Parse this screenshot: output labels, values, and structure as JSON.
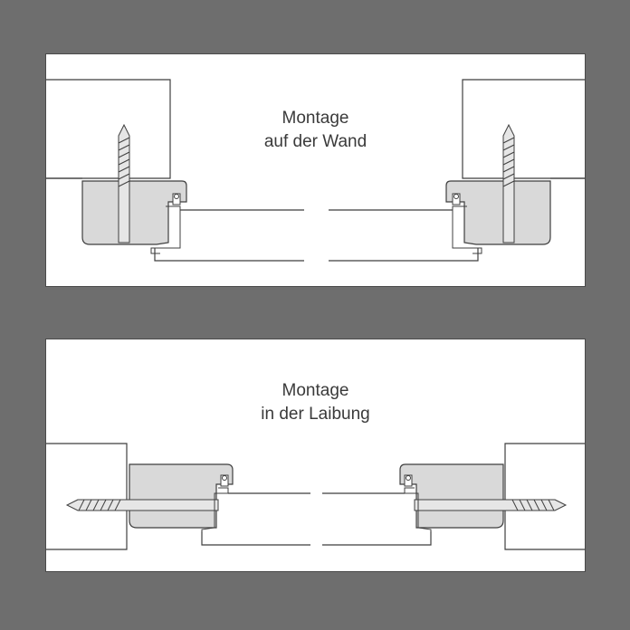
{
  "colors": {
    "background": "#6e6e6e",
    "panel": "#ffffff",
    "line": "#3f3f3f",
    "frame_fill": "#d9d9d9",
    "bolt_fill": "#e6e6e6"
  },
  "panels": [
    {
      "caption_line1": "Montage",
      "caption_line2": "auf der Wand"
    },
    {
      "caption_line1": "Montage",
      "caption_line2": "in der Laibung"
    }
  ]
}
